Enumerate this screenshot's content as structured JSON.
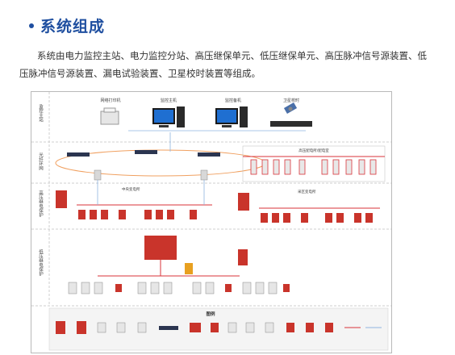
{
  "section": {
    "title": "系统组成",
    "intro": "系统由电力监控主站、电力监控分站、高压继保单元、低压继保单元、高压脉冲信号源装置、低压脉冲信号源装置、漏电试验装置、卫星校时装置等组成。"
  },
  "diagram": {
    "rows": [
      "监控主站",
      "光纤环网",
      "高压继电保护",
      "低压继电保护"
    ],
    "devices": [
      "网络打印机",
      "监控主机",
      "监控备机",
      "卫星校时"
    ],
    "substations": [
      "中央变电所",
      "采区变电所",
      "高压配电所/配电室"
    ],
    "legend_title": "图例"
  },
  "colors": {
    "accent": "#1f4fa0",
    "power_line": "#d9333a",
    "network_line": "#8fb4e0",
    "device_red": "#c9342b"
  }
}
